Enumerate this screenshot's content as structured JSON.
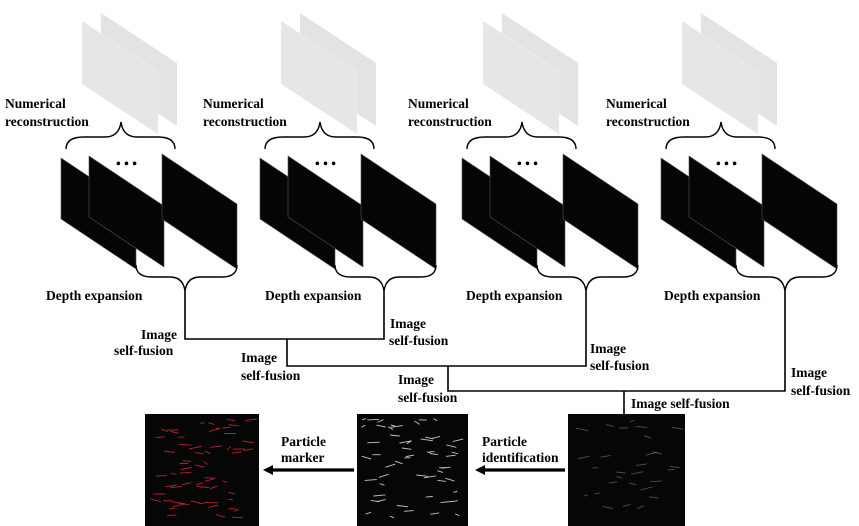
{
  "labels": {
    "numerical_reconstruction": [
      "Numerical",
      "reconstruction"
    ],
    "depth_expansion": "Depth expansion",
    "dots": "• • •",
    "image_self_fusion": [
      "Image",
      "self-fusion"
    ],
    "image_self_fusion_inline": "Image self-fusion",
    "particle_marker": [
      "Particle",
      "marker"
    ],
    "particle_identification": [
      "Particle",
      "identification"
    ]
  },
  "colors": {
    "hologram": "#e2e2e2",
    "slice": "#050505",
    "line": "#000000",
    "particle_marker_color": "#cc2a2a",
    "particle_white": "#e8e8e8"
  }
}
